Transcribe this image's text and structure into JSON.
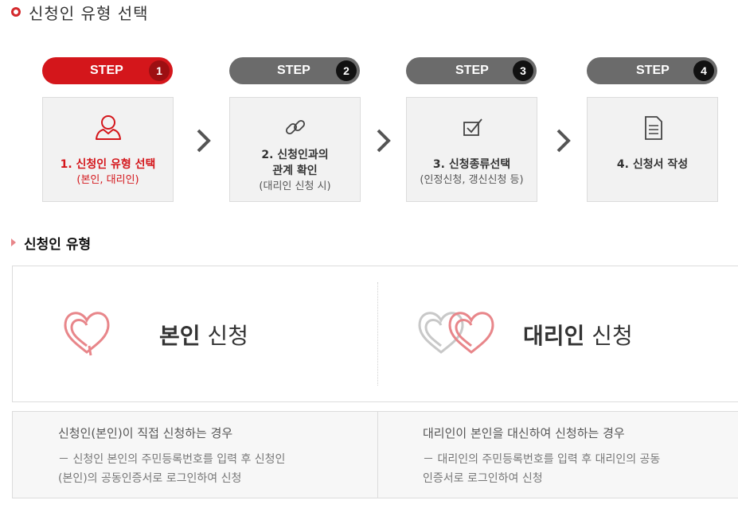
{
  "page_title": "신청인 유형 선택",
  "steps": [
    {
      "word": "STEP",
      "num": "1",
      "main1": "1. 신청인 유형 선택",
      "main2": "",
      "sub": "(본인, 대리인)",
      "icon": "person-icon",
      "active": true
    },
    {
      "word": "STEP",
      "num": "2",
      "main1": "2. 신청인과의",
      "main2": "관계 확인",
      "sub": "(대리인 신청 시)",
      "icon": "link-icon",
      "active": false
    },
    {
      "word": "STEP",
      "num": "3",
      "main1": "3. 신청종류선택",
      "main2": "",
      "sub": "(인정신청, 갱신신청 등)",
      "icon": "checkbox-icon",
      "active": false
    },
    {
      "word": "STEP",
      "num": "4",
      "main1": "4. 신청서 작성",
      "main2": "",
      "sub": "",
      "icon": "document-icon",
      "active": false
    }
  ],
  "section_title": "신청인 유형",
  "options": {
    "self": {
      "bold": "본인",
      "rest": " 신청"
    },
    "proxy": {
      "bold": "대리인",
      "rest": " 신청"
    }
  },
  "descriptions": {
    "self": {
      "heading": "신청인(본인)이 직접 신청하는 경우",
      "line1": "－ 신청인 본인의 주민등록번호를 입력 후 신청인",
      "line2": "(본인)의 공동인증서로 로그인하여 신청"
    },
    "proxy": {
      "heading": "대리인이 본인을 대신하여 신청하는 경우",
      "line1": "－ 대리인의 주민등록번호를 입력 후 대리인의 공동",
      "line2": "인증서로 로그인하여 신청"
    }
  },
  "colors": {
    "accent": "#d4161b",
    "inactive_pill": "#6b6b6b",
    "heart": "#e8868a",
    "heart_gray": "#c8c8c8"
  }
}
